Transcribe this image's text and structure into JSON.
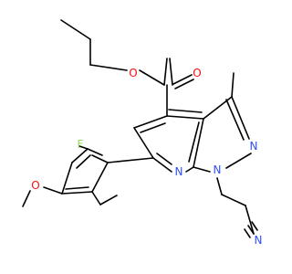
{
  "molecule": {
    "atoms": {
      "O_carbonyl": "O",
      "O_ester": "O",
      "F": "F",
      "N_ring2": "N",
      "N_ring1": "N",
      "N_pyridine": "N",
      "O_methoxy": "O",
      "N_nitrile": "N"
    },
    "colors": {
      "O": "#ff0d0d",
      "N": "#3050f8",
      "F": "#90e050",
      "bond": "#000000"
    }
  }
}
